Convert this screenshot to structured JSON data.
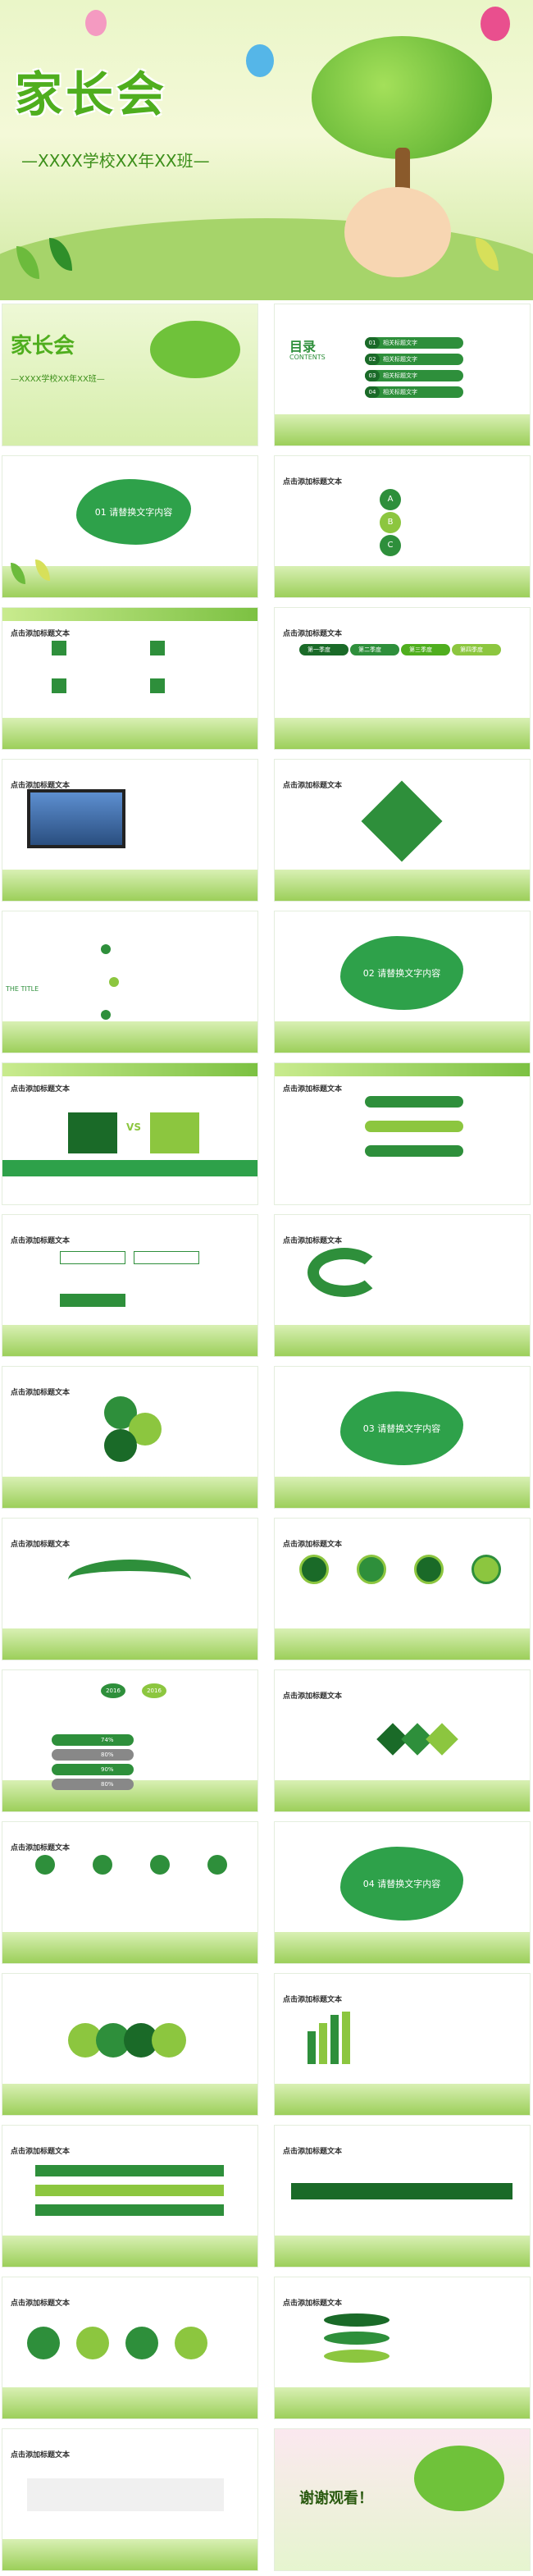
{
  "hero": {
    "title": "家长会",
    "subtitle": "—XXXX学校XX年XX班—"
  },
  "cover_small": {
    "title": "家长会",
    "subtitle": "—XXXX学校XX年XX班—"
  },
  "toc": {
    "title": "目录",
    "subtitle": "CONTENTS",
    "items": [
      {
        "num": "01",
        "label": "相关标题文字"
      },
      {
        "num": "02",
        "label": "相关标题文字"
      },
      {
        "num": "03",
        "label": "相关标题文字"
      },
      {
        "num": "04",
        "label": "相关标题文字"
      }
    ]
  },
  "sections": [
    {
      "label": "01  请替换文字内容"
    },
    {
      "label": "02  请替换文字内容"
    },
    {
      "label": "03  请替换文字内容"
    },
    {
      "label": "04  请替换文字内容"
    }
  ],
  "slide_title": "点击添加标题文本",
  "abc": [
    "A",
    "B",
    "C"
  ],
  "steps": [
    "第一季度",
    "第二季度",
    "第三季度",
    "第四季度"
  ],
  "vs_text": "VS",
  "the_title": "THE TITLE",
  "years": [
    "2016",
    "2016"
  ],
  "percents": [
    "74%",
    "80%",
    "90%",
    "80%"
  ],
  "ending": "谢谢观看！",
  "colors": {
    "green": "#2ea14a",
    "dark": "#1a6a28",
    "light": "#8cc63f"
  }
}
